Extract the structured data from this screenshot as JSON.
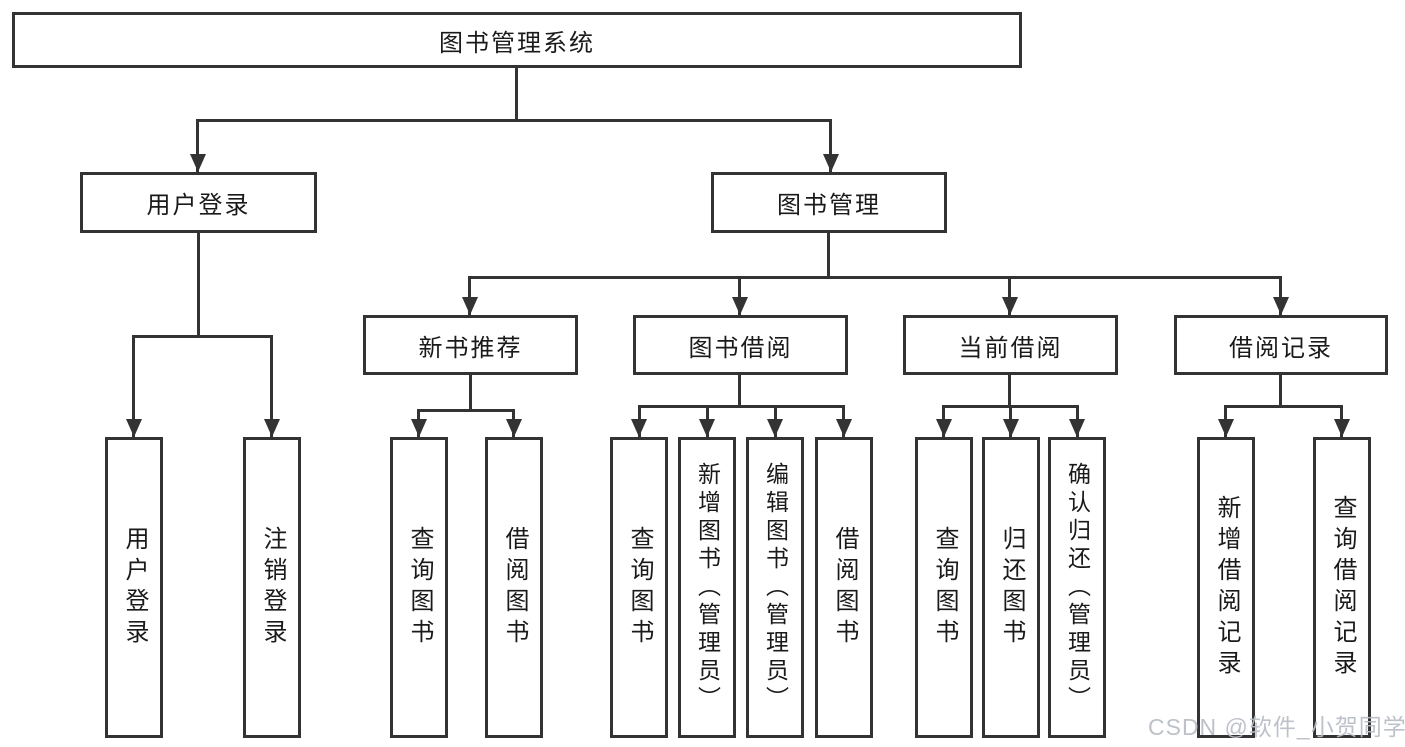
{
  "nodes": {
    "root": "图书管理系统",
    "user_login_group": "用户登录",
    "book_mgmt_group": "图书管理",
    "new_book_rec": "新书推荐",
    "book_borrowing": "图书借阅",
    "current_borrowing": "当前借阅",
    "borrowing_records": "借阅记录",
    "user_login": "用户登录",
    "logout": "注销登录",
    "rec_query_books": "查询图书",
    "rec_borrow_books": "借阅图书",
    "bb_query_books": "查询图书",
    "bb_add_books": "新增图书（管理员）",
    "bb_edit_books": "编辑图书（管理员）",
    "bb_borrow_books": "借阅图书",
    "cb_query_books": "查询图书",
    "cb_return_books": "归还图书",
    "cb_confirm_return": "确认归还（管理员）",
    "br_add_record": "新增借阅记录",
    "br_query_record": "查询借阅记录"
  },
  "hierarchy": {
    "图书管理系统": {
      "用户登录": [
        "用户登录",
        "注销登录"
      ],
      "图书管理": {
        "新书推荐": [
          "查询图书",
          "借阅图书"
        ],
        "图书借阅": [
          "查询图书",
          "新增图书（管理员）",
          "编辑图书（管理员）",
          "借阅图书"
        ],
        "当前借阅": [
          "查询图书",
          "归还图书",
          "确认归还（管理员）"
        ],
        "借阅记录": [
          "新增借阅记录",
          "查询借阅记录"
        ]
      }
    }
  },
  "watermark": "CSDN @软件_小贺同学",
  "colors": {
    "line": "#333333",
    "text": "#1a1a1a",
    "background": "#ffffff",
    "watermark": "#b7bcc4"
  }
}
